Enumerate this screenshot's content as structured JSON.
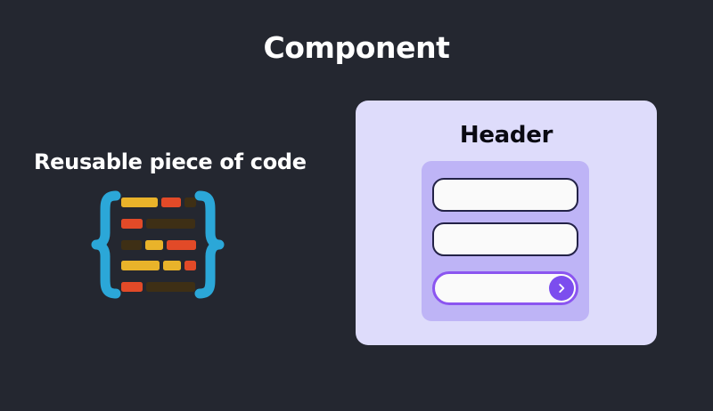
{
  "background_color": "#242730",
  "title": "Component",
  "left": {
    "caption": "Reusable piece of code",
    "code_icon": {
      "name": "curly-braces-code-icon",
      "brace_color": "#2BA7D8",
      "bar_colors": {
        "yellow": "#E9B32A",
        "red": "#E24A28",
        "dark": "#3E2F15"
      },
      "rows": [
        [
          {
            "color": "yellow",
            "width": 42
          },
          {
            "color": "red",
            "width": 22
          },
          {
            "color": "dark",
            "width": 13
          }
        ],
        [
          {
            "color": "red",
            "width": 24
          },
          {
            "color": "dark",
            "width": 55
          }
        ],
        [
          {
            "color": "dark",
            "width": 24
          },
          {
            "color": "yellow",
            "width": 20
          },
          {
            "color": "red",
            "width": 34
          }
        ],
        [
          {
            "color": "yellow",
            "width": 44
          },
          {
            "color": "yellow",
            "width": 20
          },
          {
            "color": "red",
            "width": 13
          }
        ],
        [
          {
            "color": "red",
            "width": 24
          },
          {
            "color": "dark",
            "width": 55
          }
        ]
      ]
    }
  },
  "card": {
    "header": "Header",
    "outer_color": "#DEDCFB",
    "inner_color": "#BEB4F6",
    "fields": [
      {
        "name": "field-one",
        "value": "",
        "placeholder": "",
        "style": "plain"
      },
      {
        "name": "field-two",
        "value": "",
        "placeholder": "",
        "style": "plain"
      },
      {
        "name": "field-submit",
        "value": "",
        "placeholder": "",
        "style": "accent",
        "accent_color": "#8B55F0",
        "button_icon": "chevron-right-icon",
        "button_color": "#7C4DEE"
      }
    ]
  }
}
